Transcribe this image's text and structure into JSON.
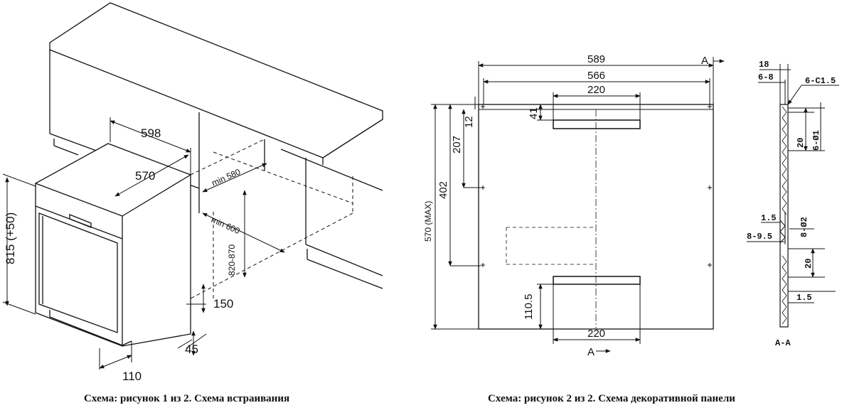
{
  "captions": {
    "left": "Схема: рисунок 1 из 2. Схема встраивания",
    "right": "Схема: рисунок 2 из 2. Схема декоративной панели"
  },
  "installation": {
    "width": "598",
    "depth": "570",
    "height": "815 (+50)",
    "niche_depth": "min 580",
    "niche_width": "min 600",
    "niche_height": "820-870",
    "plinth_height": "150",
    "plinth_offset": "45",
    "foot_depth": "110"
  },
  "panel": {
    "overall_width": "589",
    "inner_width": "566",
    "top_pad_width": "220",
    "bottom_pad_width": "220",
    "overall_height": "570 (MAX)",
    "height_402": "402",
    "height_207": "207",
    "height_12": "12",
    "height_41": "41",
    "height_110_5": "110.5",
    "section_mark": "A"
  },
  "section": {
    "thickness_18": "18",
    "range_6_8": "6-8",
    "chamfer": "6-C1.5",
    "dim_20_top": "20",
    "hole_6": "6-Ø1",
    "dim_1_5_mid": "1.5",
    "hole_8": "8-Ø2",
    "range_8_9_5": "8-9.5",
    "dim_20_bottom": "20",
    "dim_1_5_bottom": "1.5",
    "section_label": "A-A"
  }
}
